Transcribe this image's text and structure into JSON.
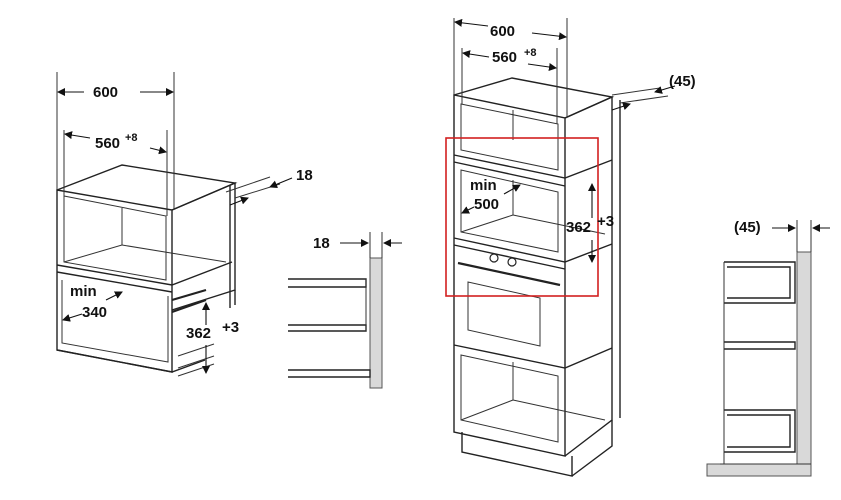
{
  "colors": {
    "line": "#222222",
    "highlight": "#d22020",
    "wall": "#d9d9d9",
    "shelf": "#6f6f6f"
  },
  "microwave_cabinet": {
    "width_outer": "600",
    "width_inner": "560",
    "width_inner_tol": "+8",
    "side_thickness": "18",
    "min_label": "min",
    "min_depth": "340",
    "niche_height": "362",
    "niche_height_tol": "+3"
  },
  "side_section": {
    "panel_thickness": "18"
  },
  "tall_cabinet": {
    "width_outer": "600",
    "width_inner": "560",
    "width_inner_tol": "+8",
    "gap": "(45)",
    "min_label": "min",
    "min_depth": "500",
    "niche_height": "362",
    "niche_height_tol": "+3"
  },
  "tall_side_section": {
    "gap": "(45)"
  }
}
